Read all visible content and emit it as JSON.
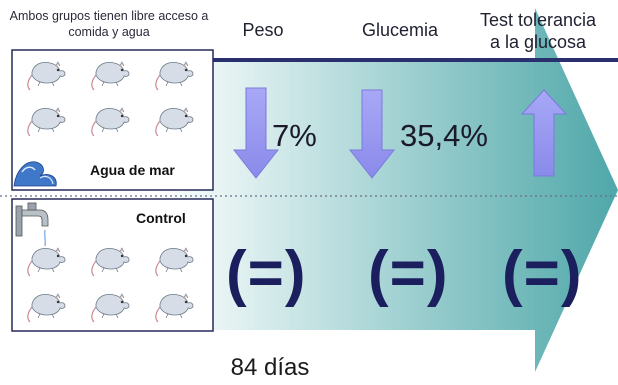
{
  "intro_text": "Ambos grupos tienen libre acceso a comida y agua",
  "columns": {
    "weight": "Peso",
    "glucose": "Glucemia",
    "glucose_tolerance_line1": "Test tolerancia",
    "glucose_tolerance_line2": "a la glucosa"
  },
  "seawater_group": {
    "label": "Agua de mar",
    "weight_change": "7%",
    "glucose_change": "35,4%"
  },
  "control_group": {
    "label": "Control",
    "weight_result": "(=)",
    "glucose_result": "(=)",
    "tolerance_result": "(=)"
  },
  "duration": "84 días",
  "colors": {
    "arrow_teal": "#4fa7a9",
    "down_arrow": "#9b9bf0",
    "header_line": "#2a2f6e",
    "equal_text": "#1b1f5e"
  }
}
